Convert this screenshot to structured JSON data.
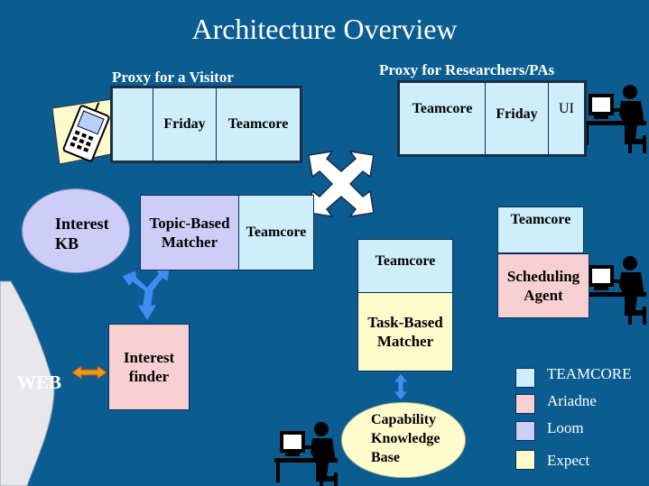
{
  "title": "Architecture Overview",
  "visitor_proxy": {
    "label": "Proxy for a Visitor",
    "cell_friday": "Friday",
    "cell_teamcore": "Teamcore"
  },
  "researcher_proxy": {
    "label": "Proxy for Researchers/PAs",
    "cell_teamcore": "Teamcore",
    "cell_friday": "Friday",
    "cell_ui": "UI"
  },
  "interest_kb": {
    "line1": "Interest",
    "line2": "KB"
  },
  "topic_matcher": {
    "line1": "Topic-Based",
    "line2": "Matcher",
    "teamcore": "Teamcore"
  },
  "scheduling": {
    "teamcore": "Teamcore",
    "line1": "Scheduling",
    "line2": "Agent"
  },
  "task_matcher": {
    "teamcore": "Teamcore",
    "line1": "Task-Based",
    "line2": "Matcher"
  },
  "web": "WEB",
  "interest_finder": {
    "line1": "Interest",
    "line2": "finder"
  },
  "capability_kb": {
    "line1": "Capability",
    "line2": "Knowledge",
    "line3": "Base"
  },
  "legend": [
    {
      "label": "TEAMCORE",
      "color": "#cdeefa"
    },
    {
      "label": "Ariadne",
      "color": "#f8cfd3"
    },
    {
      "label": "Loom",
      "color": "#cecdf8"
    },
    {
      "label": "Expect",
      "color": "#fffccc"
    }
  ],
  "colors": {
    "background": "#0b5d91",
    "teamcore": "#cdeefa",
    "ariadne": "#f8cfd3",
    "loom": "#cecdf8",
    "expect": "#fffccc",
    "arrow_blue": "#3d8ef0",
    "arrow_orange": "#f0961e"
  }
}
